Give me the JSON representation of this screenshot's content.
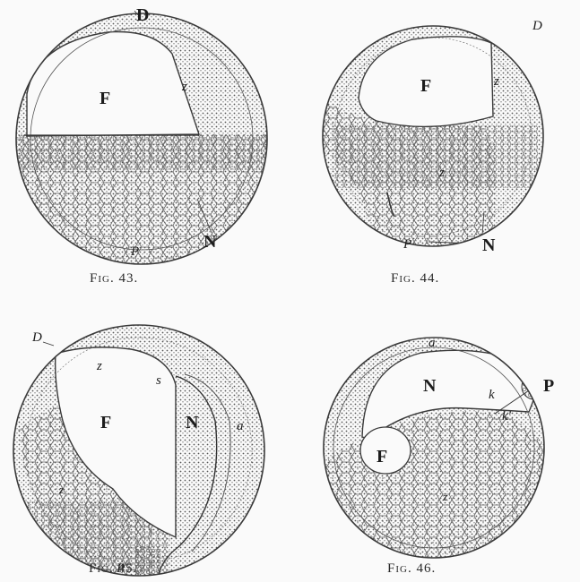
{
  "figures": [
    {
      "caption": "Fig. 43.",
      "labels": {
        "D": "D",
        "F": "F",
        "z": "z",
        "N": "N",
        "P": "P"
      }
    },
    {
      "caption": "Fig. 44.",
      "labels": {
        "D": "D",
        "F": "F",
        "z_upper": "z",
        "z_lower": "z",
        "N": "N",
        "P": "P"
      }
    },
    {
      "caption": "Fig. 45.",
      "labels": {
        "D": "D",
        "z": "z",
        "F": "F",
        "s": "s",
        "N": "N",
        "a": "a",
        "P": "P",
        "yolk_z": "z"
      }
    },
    {
      "caption": "Fig. 46.",
      "labels": {
        "a": "a",
        "P": "P",
        "N": "N",
        "k": "k",
        "k_prime": "k'",
        "F": "F",
        "z": "z"
      }
    }
  ],
  "colors": {
    "ink": "#3a3a3a",
    "paper": "#fafafa",
    "cell": "#6a6a6a"
  }
}
